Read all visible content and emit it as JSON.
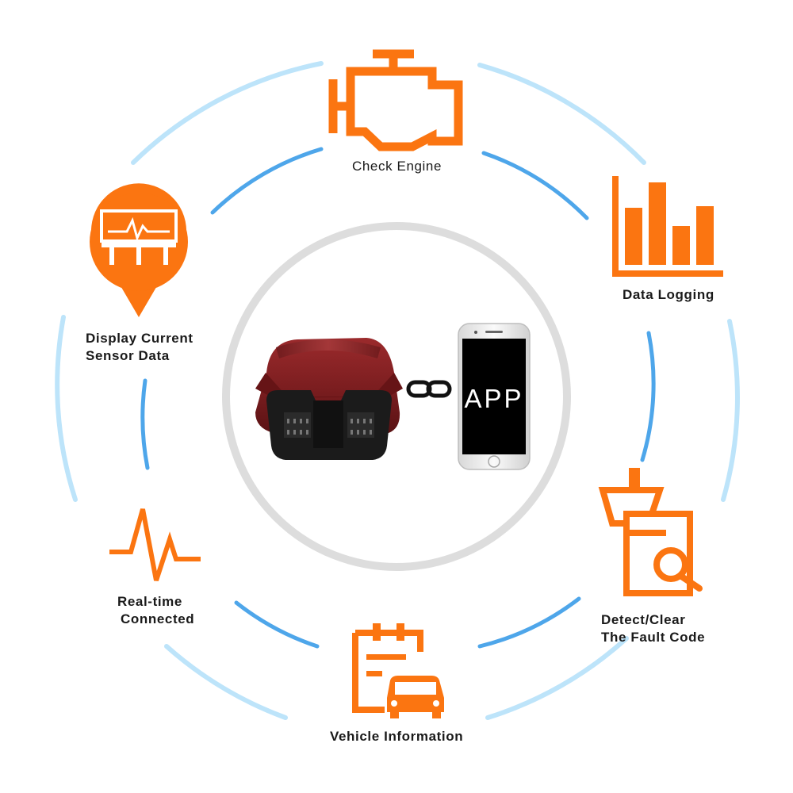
{
  "features": {
    "check_engine": "Check Engine",
    "data_logging": "Data Logging",
    "display_sensor": [
      "Display Current",
      "Sensor Data"
    ],
    "realtime": [
      "Real-time",
      "Connected"
    ],
    "fault_code": [
      "Detect/Clear",
      "The Fault Code"
    ],
    "vehicle_info": "Vehicle Information"
  },
  "phone": {
    "screen_text": "APP"
  },
  "icons": {
    "check_engine": "engine-icon",
    "data_logging": "bar-chart-icon",
    "display_sensor": "sensor-map-pin-icon",
    "realtime": "pulse-icon",
    "fault_code": "fault-code-search-icon",
    "vehicle_info": "vehicle-clipboard-icon",
    "link": "chain-link-icon"
  },
  "colors": {
    "accent": "#fb7511",
    "ring_outer": "#bfe6fa",
    "ring_inner": "#4fa8ea",
    "center_ring": "#dcdcdc",
    "device_body": "#7a1d1f",
    "phone_screen": "#000000"
  }
}
